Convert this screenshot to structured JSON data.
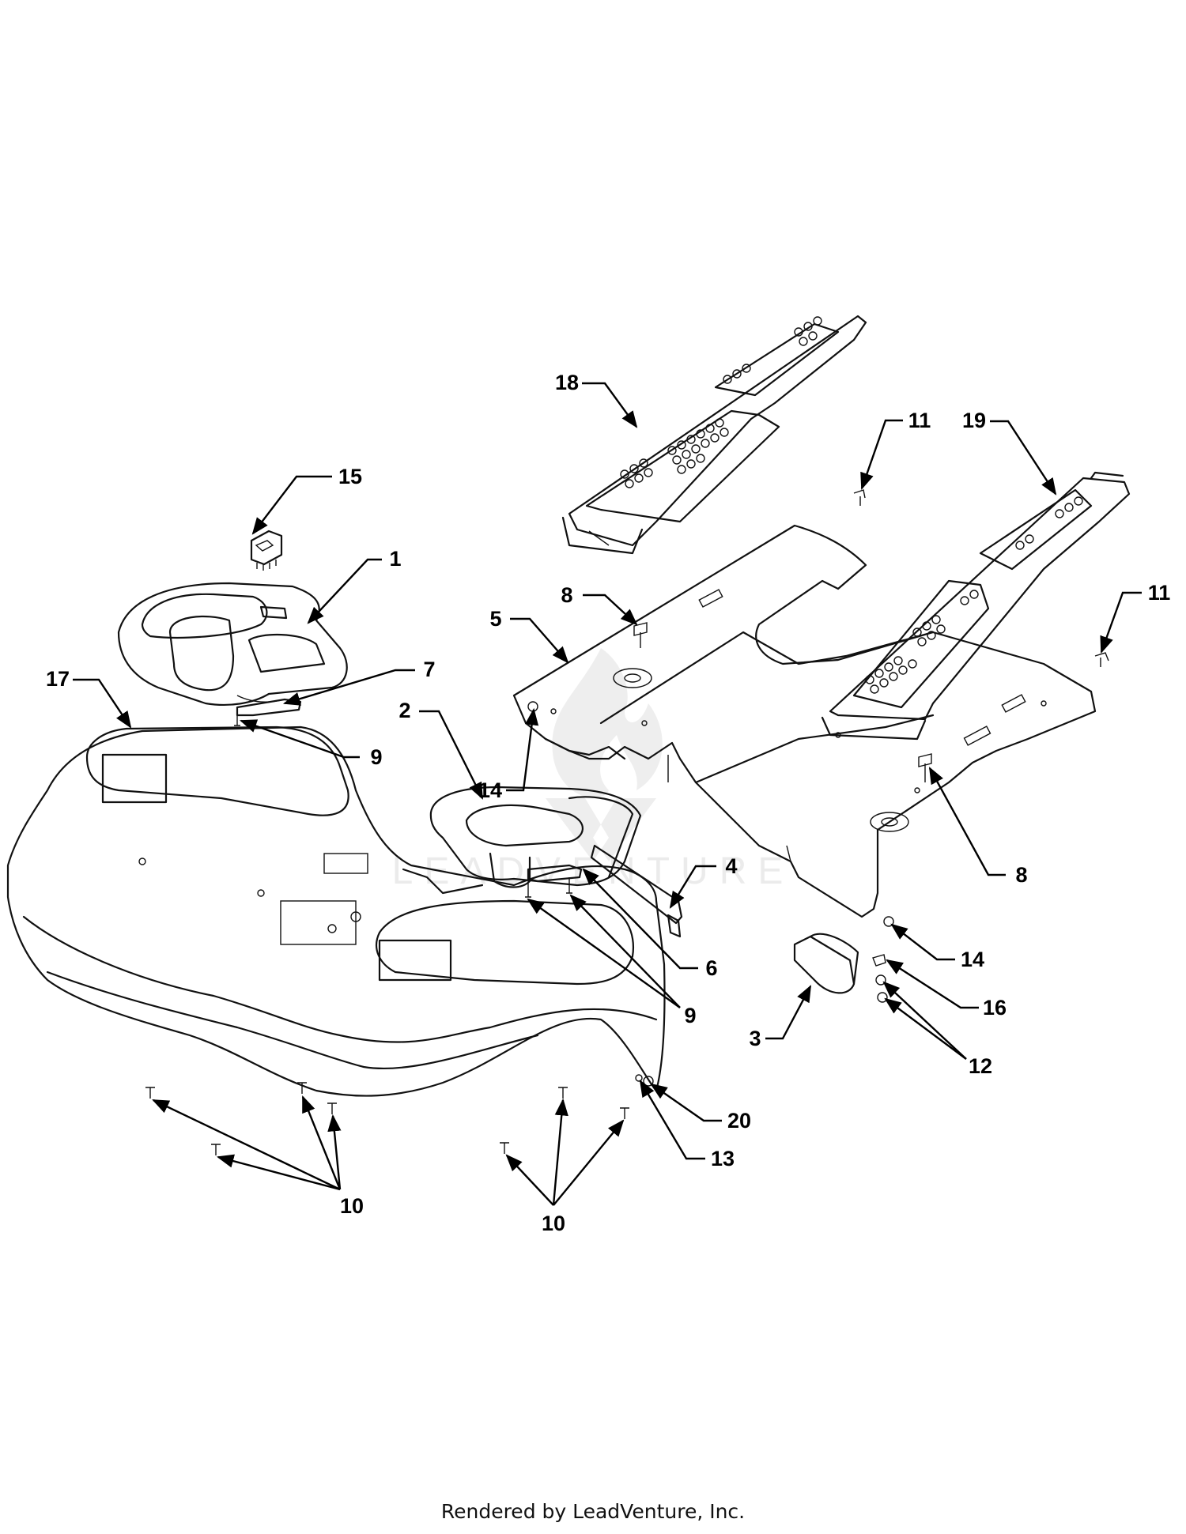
{
  "diagram": {
    "footer_text": "Rendered by LeadVenture, Inc.",
    "watermark": {
      "brand": "LEADVENTURE"
    },
    "callouts": [
      {
        "id": "c15",
        "label": "15"
      },
      {
        "id": "c1",
        "label": "1"
      },
      {
        "id": "c7",
        "label": "7"
      },
      {
        "id": "c17",
        "label": "17"
      },
      {
        "id": "c9a",
        "label": "9"
      },
      {
        "id": "c2",
        "label": "2"
      },
      {
        "id": "c18",
        "label": "18"
      },
      {
        "id": "c11a",
        "label": "11"
      },
      {
        "id": "c19",
        "label": "19"
      },
      {
        "id": "c8a",
        "label": "8"
      },
      {
        "id": "c5",
        "label": "5"
      },
      {
        "id": "c11b",
        "label": "11"
      },
      {
        "id": "c14a",
        "label": "14"
      },
      {
        "id": "c4",
        "label": "4"
      },
      {
        "id": "c8b",
        "label": "8"
      },
      {
        "id": "c6",
        "label": "6"
      },
      {
        "id": "c14b",
        "label": "14"
      },
      {
        "id": "c9b",
        "label": "9"
      },
      {
        "id": "c16",
        "label": "16"
      },
      {
        "id": "c3",
        "label": "3"
      },
      {
        "id": "c12",
        "label": "12"
      },
      {
        "id": "c20",
        "label": "20"
      },
      {
        "id": "c13",
        "label": "13"
      },
      {
        "id": "c10a",
        "label": "10"
      },
      {
        "id": "c10b",
        "label": "10"
      }
    ]
  }
}
